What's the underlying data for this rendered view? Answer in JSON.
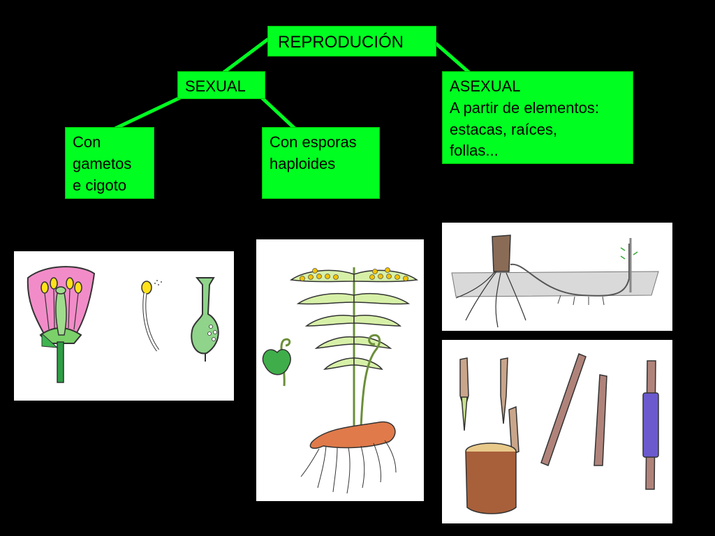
{
  "diagram": {
    "root": "REPRODUCIÓN",
    "sexual": "SEXUAL",
    "asexual": [
      "ASEXUAL",
      "A partir de elementos:",
      "estacas, raíces,",
      "follas..."
    ],
    "gametos": [
      "Con",
      "gametos",
      "e cigoto"
    ],
    "esporas": [
      "Con esporas",
      "haploides"
    ]
  },
  "colors": {
    "node_fill": "#00ff21",
    "connector": "#00ff21",
    "background": "#000000"
  },
  "illustrations": [
    "flower-cross-section",
    "fern-with-sori",
    "layering-propagation",
    "stem-cuttings"
  ]
}
